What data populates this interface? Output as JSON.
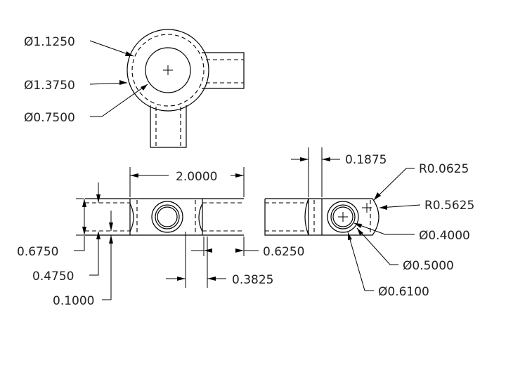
{
  "top_view": {
    "labels": {
      "outer_diameter": "Ø1.1250",
      "flange_diameter": "Ø1.3750",
      "bore_diameter": "Ø0.7500"
    }
  },
  "front_view": {
    "labels": {
      "overall_length": "2.0000",
      "height": "0.6750",
      "inner_height": "0.4750",
      "offset": "0.1000",
      "end_length": "0.6250",
      "hole_offset": "0.3825"
    }
  },
  "side_view": {
    "labels": {
      "wall": "0.1875",
      "fillet_radius": "R0.0625",
      "outer_radius": "R0.5625",
      "hole_diameter": "Ø0.4000",
      "counterbore_diameter": "Ø0.5000",
      "outer_hole_diameter": "Ø0.6100"
    }
  }
}
